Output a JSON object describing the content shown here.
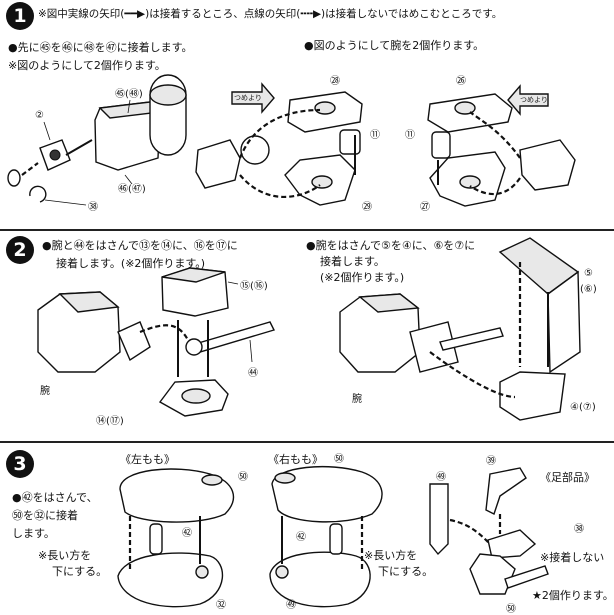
{
  "section1": {
    "number": "1",
    "header": "※図中実線の矢印(━━▶)は接着するところ、点線の矢印(╍╍▶)は接着しないではめこむところです。",
    "left_step_line1": "●先に㊺を㊻に㊽を㊼に接着します。",
    "left_step_line2": "※図のようにして2個作ります。",
    "right_step": "●図のようにして腕を2個作ります。",
    "label_45_48": "㊺(㊽)",
    "label_2": "②",
    "label_46_47": "㊻(㊼)",
    "label_58": "㊳",
    "label_28": "㉘",
    "label_11a": "⑪",
    "label_29": "㉙",
    "label_26": "㉖",
    "label_11b": "⑪",
    "label_27": "㉗",
    "tag_a": "つめより",
    "tag_b": "つめより"
  },
  "section2": {
    "number": "2",
    "left_line1": "●腕と㊹をはさんで⑬を⑭に、⑯を⑰に",
    "left_line2": "接着します。(※2個作ります。)",
    "right_line1": "●腕をはさんで⑤を④に、⑥を⑦に",
    "right_line2": "接着します。",
    "right_line3": "(※2個作ります。)",
    "label_15_16": "⑮(⑯)",
    "label_57": "㊹",
    "label_arm_left": "腕",
    "label_14_17": "⑭(⑰)",
    "label_5": "⑤",
    "label_6": "(⑥)",
    "label_arm_right": "腕",
    "label_4_7": "④(⑦)"
  },
  "section3": {
    "number": "3",
    "left_thigh": "《左もも》",
    "right_thigh": "《右もも》",
    "foot_parts": "《足部品》",
    "step_line1": "●㊷をはさんで、",
    "step_line2": "㊿を㉜に接着",
    "step_line3": "します。",
    "note_left_1": "※長い方を",
    "note_left_2": "下にする。",
    "note_right_1": "※長い方を",
    "note_right_2": "下にする。",
    "no_glue": "※接着しない",
    "make_two": "★2個作ります。",
    "label_51": "㊿",
    "label_42a": "㊷",
    "label_52": "㉜",
    "label_50": "㊿",
    "label_42b": "㊷",
    "label_49": "㊾",
    "label_59": "㊾",
    "label_39": "㊴",
    "label_38": "㊳",
    "label_60": "㊿"
  }
}
